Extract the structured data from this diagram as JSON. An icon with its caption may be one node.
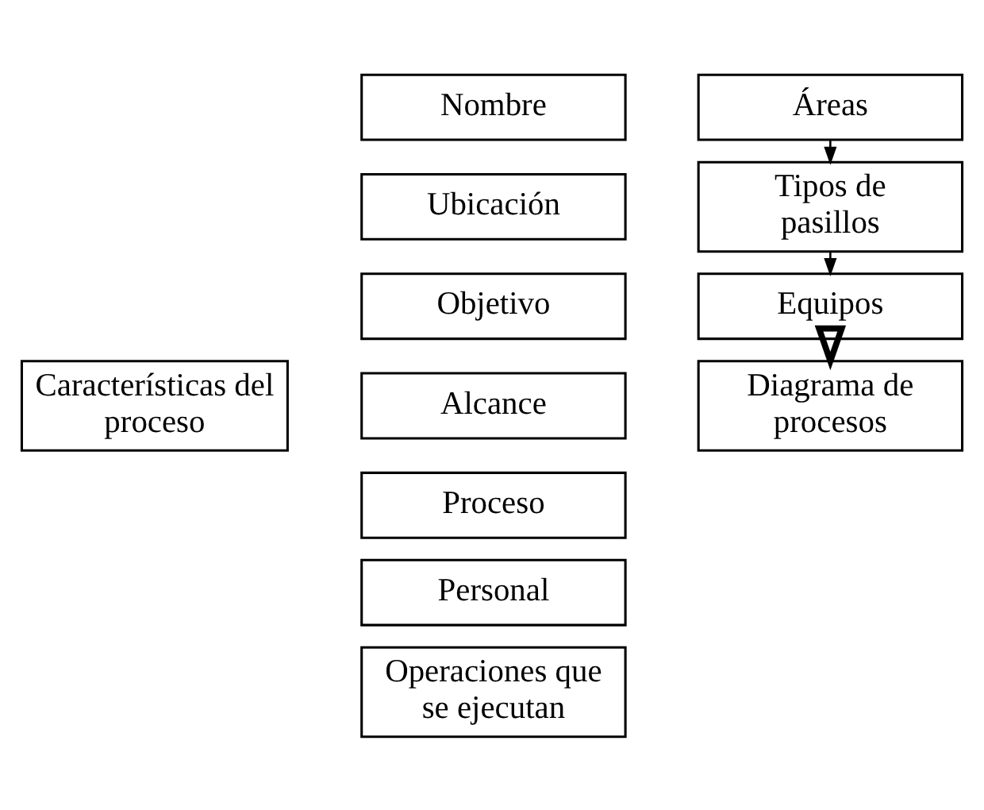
{
  "diagram": {
    "nodes": [
      {
        "text": [
          "Características del proceso"
        ]
      },
      {
        "text": [
          "Nombre"
        ]
      },
      {
        "text": [
          "Ubicación"
        ]
      },
      {
        "text": [
          "Objetivo"
        ]
      },
      {
        "text": [
          "Alcance"
        ]
      },
      {
        "text": [
          "Proceso"
        ]
      },
      {
        "text": [
          "Personal"
        ]
      },
      {
        "text": [
          "Operaciones que se ejecutan"
        ]
      },
      {
        "text": [
          "Áreas"
        ]
      },
      {
        "text": [
          "Tipos de pasillos"
        ]
      },
      {
        "text": [
          "Equipos"
        ]
      },
      {
        "text": [
          "Diagrama de procesos"
        ]
      }
    ],
    "edges": [
      {
        "from": 8,
        "to": 9,
        "arrow": "to"
      },
      {
        "from": 9,
        "to": 10,
        "arrow": "to"
      },
      {
        "from": 10,
        "to": 11,
        "arrow": "to",
        "style": "thick"
      }
    ]
  }
}
